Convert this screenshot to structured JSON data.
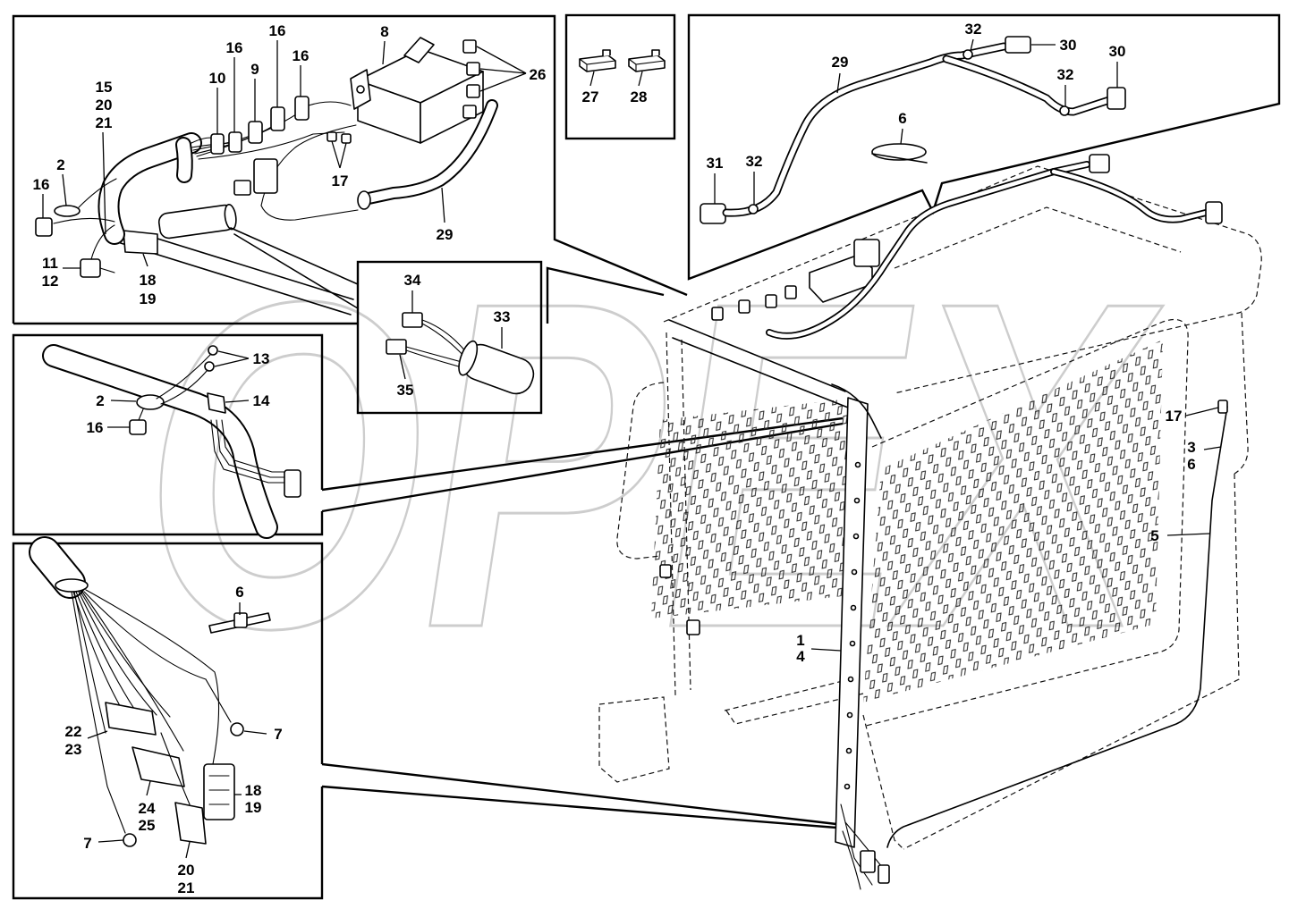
{
  "callouts": {
    "top_left_detail": [
      "16",
      "10",
      "9",
      "16",
      "16",
      "8",
      "26",
      "15",
      "20",
      "21",
      "2",
      "16",
      "11",
      "12",
      "18",
      "19",
      "17",
      "29"
    ],
    "fuse_detail": [
      "27",
      "28"
    ],
    "top_right_detail": [
      "32",
      "30",
      "30",
      "29",
      "32",
      "6",
      "31",
      "32"
    ],
    "connector_inset": [
      "34",
      "33",
      "35"
    ],
    "mid_left_detail": [
      "13",
      "2",
      "14",
      "16"
    ],
    "bottom_left_detail": [
      "6",
      "7",
      "22",
      "23",
      "24",
      "25",
      "18",
      "19",
      "7",
      "20",
      "21"
    ],
    "main_view": [
      "17",
      "3",
      "6",
      "5",
      "1",
      "4"
    ]
  },
  "watermark": "OPEX",
  "colors": {
    "line": "#000000",
    "watermark": "#cdcdcd",
    "background": "#ffffff"
  }
}
